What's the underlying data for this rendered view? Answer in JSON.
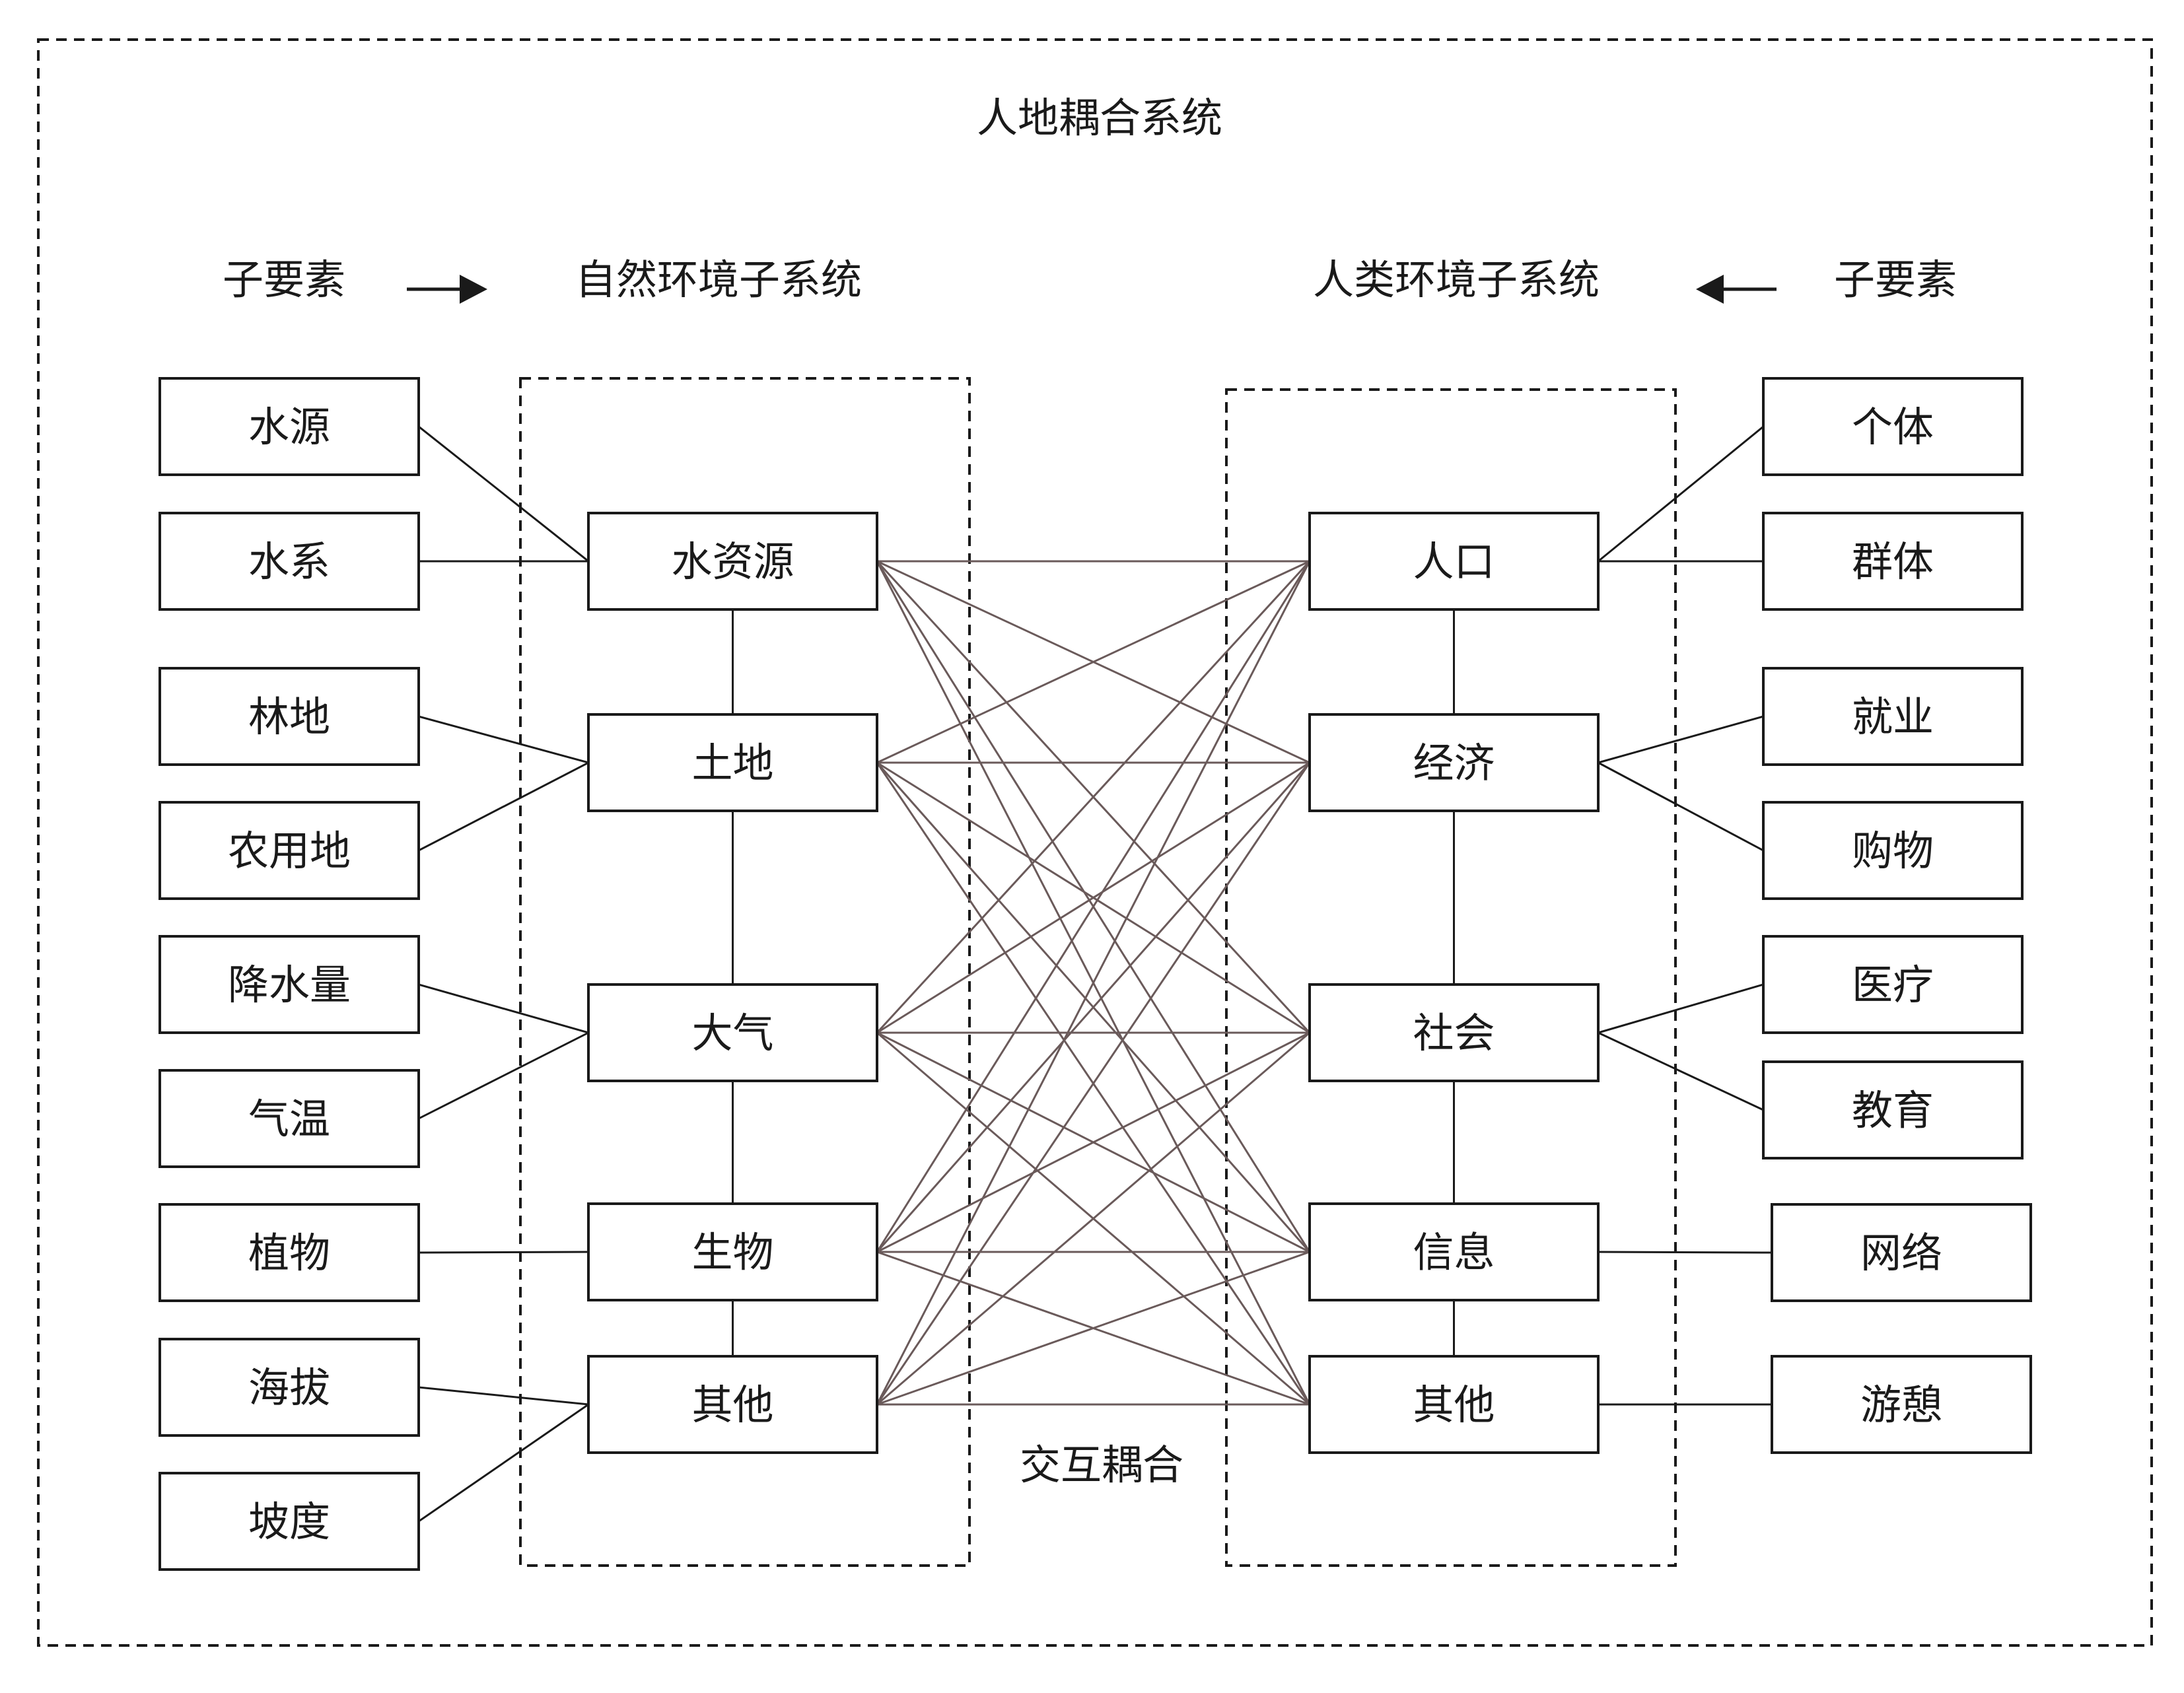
{
  "title": "人地耦合系统",
  "coupling_label": "交互耦合",
  "left_header": {
    "sub_label": "子要素",
    "system_label": "自然环境子系统"
  },
  "right_header": {
    "sub_label": "子要素",
    "system_label": "人类环境子系统"
  },
  "natural_nodes": [
    "水资源",
    "土地",
    "大气",
    "生物",
    "其他"
  ],
  "human_nodes": [
    "人口",
    "经济",
    "社会",
    "信息",
    "其他"
  ],
  "natural_elements": [
    "水源",
    "水系",
    "林地",
    "农用地",
    "降水量",
    "气温",
    "植物",
    "海拔",
    "坡度"
  ],
  "human_elements": [
    "个体",
    "群体",
    "就业",
    "购物",
    "医疗",
    "教育",
    "网络",
    "游憩"
  ]
}
